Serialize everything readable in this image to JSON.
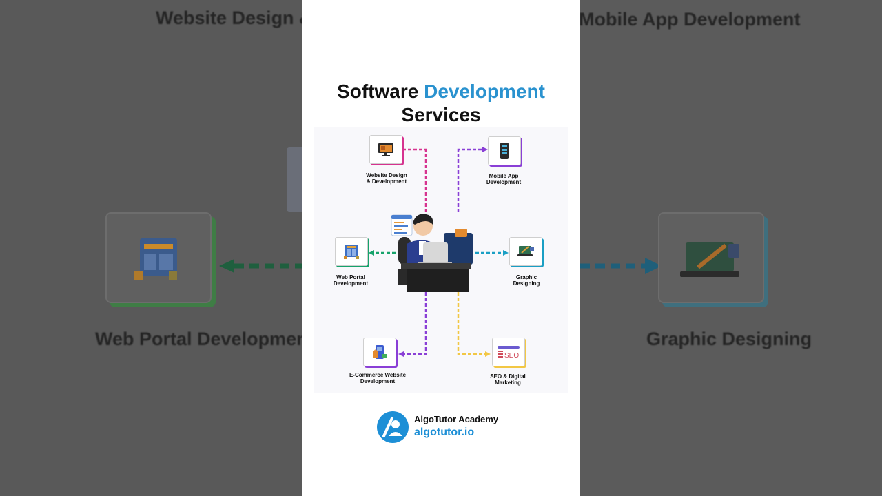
{
  "title": {
    "prefix": "Software",
    "accent": "Development",
    "line2": "Services"
  },
  "services": [
    {
      "id": "website",
      "label_line1": "Website Design",
      "label_line2": "& Development",
      "color": "#d6338f",
      "icon": "monitor-icon"
    },
    {
      "id": "mobile",
      "label_line1": "Mobile App",
      "label_line2": "Development",
      "color": "#8a3fd6",
      "icon": "smartphone-icon"
    },
    {
      "id": "webportal",
      "label_line1": "Web Portal",
      "label_line2": "Development",
      "color": "#16a36b",
      "icon": "portal-icon"
    },
    {
      "id": "graphic",
      "label_line1": "Graphic",
      "label_line2": "Designing",
      "color": "#1a9fc4",
      "icon": "design-tablet-icon"
    },
    {
      "id": "ecommerce",
      "label_line1": "E-Commerce Website",
      "label_line2": "Development",
      "color": "#8a3fd6",
      "icon": "shopping-icon"
    },
    {
      "id": "seo",
      "label_line1": "SEO & Digital",
      "label_line2": "Marketing",
      "color": "#f2c744",
      "icon": "seo-icon"
    }
  ],
  "background": {
    "left_top": "Website Design & Development",
    "left_middle": "Web Portal Development",
    "right_top": "Mobile App Development",
    "right_middle": "Graphic Designing"
  },
  "brand": {
    "name": "AlgoTutor Academy",
    "url": "algotutor.io",
    "color": "#1d8fd6"
  },
  "colors": {
    "accent": "#2a92cf"
  }
}
